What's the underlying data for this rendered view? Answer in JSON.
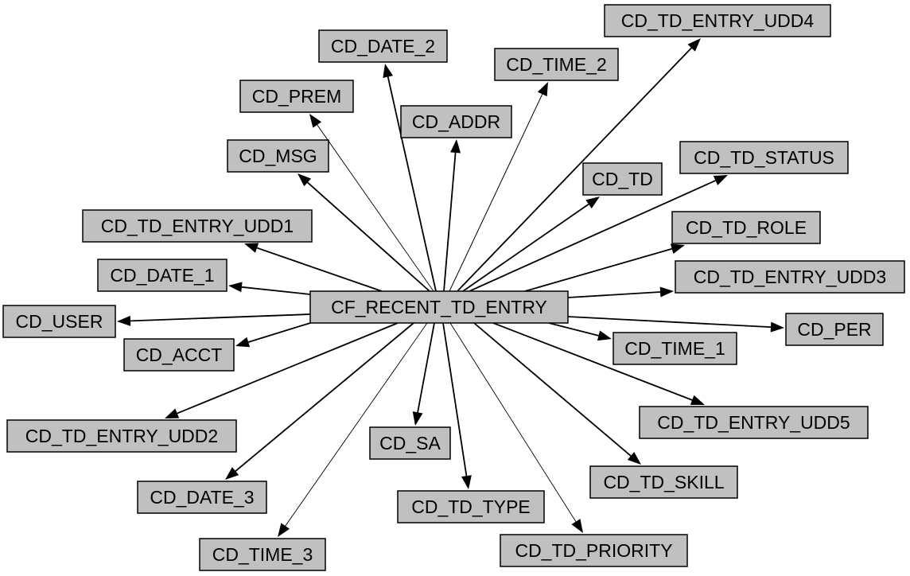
{
  "diagram": {
    "colors": {
      "node_fill": "#c0c0c0",
      "node_stroke": "#000000",
      "edge": "#000000",
      "background": "#ffffff"
    },
    "center": {
      "id": "center",
      "label": "CF_RECENT_TD_ENTRY"
    },
    "nodes": [
      {
        "id": "td-entry-udd4",
        "label": "CD_TD_ENTRY_UDD4"
      },
      {
        "id": "date-2",
        "label": "CD_DATE_2"
      },
      {
        "id": "time-2",
        "label": "CD_TIME_2"
      },
      {
        "id": "prem",
        "label": "CD_PREM"
      },
      {
        "id": "addr",
        "label": "CD_ADDR"
      },
      {
        "id": "msg",
        "label": "CD_MSG"
      },
      {
        "id": "td-status",
        "label": "CD_TD_STATUS"
      },
      {
        "id": "td",
        "label": "CD_TD"
      },
      {
        "id": "td-entry-udd1",
        "label": "CD_TD_ENTRY_UDD1"
      },
      {
        "id": "td-role",
        "label": "CD_TD_ROLE"
      },
      {
        "id": "date-1",
        "label": "CD_DATE_1"
      },
      {
        "id": "td-entry-udd3",
        "label": "CD_TD_ENTRY_UDD3"
      },
      {
        "id": "user",
        "label": "CD_USER"
      },
      {
        "id": "per",
        "label": "CD_PER"
      },
      {
        "id": "acct",
        "label": "CD_ACCT"
      },
      {
        "id": "time-1",
        "label": "CD_TIME_1"
      },
      {
        "id": "td-entry-udd5",
        "label": "CD_TD_ENTRY_UDD5"
      },
      {
        "id": "td-entry-udd2",
        "label": "CD_TD_ENTRY_UDD2"
      },
      {
        "id": "sa",
        "label": "CD_SA"
      },
      {
        "id": "td-skill",
        "label": "CD_TD_SKILL"
      },
      {
        "id": "date-3",
        "label": "CD_DATE_3"
      },
      {
        "id": "td-type",
        "label": "CD_TD_TYPE"
      },
      {
        "id": "td-priority",
        "label": "CD_TD_PRIORITY"
      },
      {
        "id": "time-3",
        "label": "CD_TIME_3"
      }
    ],
    "edges": [
      {
        "from": "center",
        "to": "td-entry-udd4"
      },
      {
        "from": "center",
        "to": "date-2"
      },
      {
        "from": "center",
        "to": "time-2"
      },
      {
        "from": "center",
        "to": "prem"
      },
      {
        "from": "center",
        "to": "addr"
      },
      {
        "from": "center",
        "to": "msg"
      },
      {
        "from": "center",
        "to": "td-status"
      },
      {
        "from": "center",
        "to": "td"
      },
      {
        "from": "center",
        "to": "td-entry-udd1"
      },
      {
        "from": "center",
        "to": "td-role"
      },
      {
        "from": "center",
        "to": "date-1"
      },
      {
        "from": "center",
        "to": "td-entry-udd3"
      },
      {
        "from": "center",
        "to": "user"
      },
      {
        "from": "center",
        "to": "per"
      },
      {
        "from": "center",
        "to": "acct"
      },
      {
        "from": "center",
        "to": "time-1"
      },
      {
        "from": "center",
        "to": "td-entry-udd5"
      },
      {
        "from": "center",
        "to": "td-entry-udd2"
      },
      {
        "from": "center",
        "to": "sa"
      },
      {
        "from": "center",
        "to": "td-skill"
      },
      {
        "from": "center",
        "to": "date-3"
      },
      {
        "from": "center",
        "to": "td-type"
      },
      {
        "from": "center",
        "to": "td-priority"
      },
      {
        "from": "center",
        "to": "time-3"
      }
    ]
  }
}
